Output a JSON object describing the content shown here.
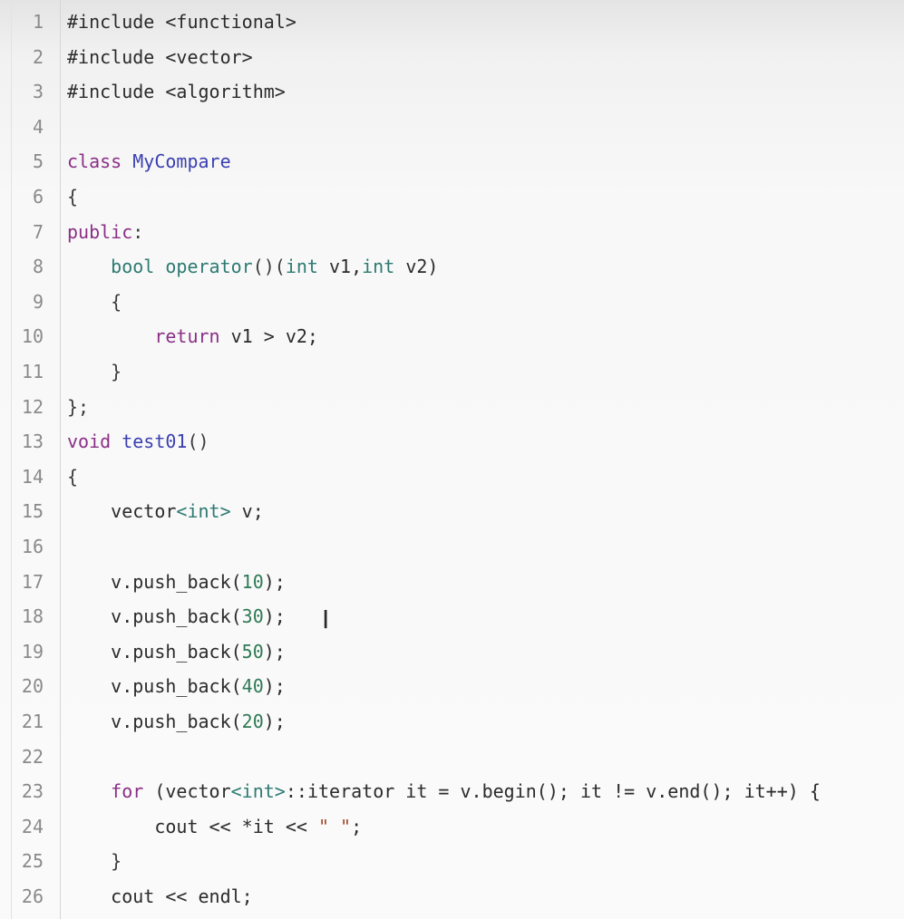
{
  "editor": {
    "lines": [
      {
        "n": "1",
        "tokens": [
          {
            "t": "#include <functional>",
            "c": "plain"
          }
        ]
      },
      {
        "n": "2",
        "tokens": [
          {
            "t": "#include <vector>",
            "c": "plain"
          }
        ]
      },
      {
        "n": "3",
        "tokens": [
          {
            "t": "#include <algorithm>",
            "c": "plain"
          }
        ]
      },
      {
        "n": "4",
        "tokens": []
      },
      {
        "n": "5",
        "tokens": [
          {
            "t": "class ",
            "c": "kw"
          },
          {
            "t": "MyCompare",
            "c": "fn"
          }
        ]
      },
      {
        "n": "6",
        "tokens": [
          {
            "t": "{",
            "c": "pun"
          }
        ]
      },
      {
        "n": "7",
        "tokens": [
          {
            "t": "public",
            "c": "kw"
          },
          {
            "t": ":",
            "c": "pun"
          }
        ]
      },
      {
        "n": "8",
        "tokens": [
          {
            "t": "    ",
            "c": "plain"
          },
          {
            "t": "bool ",
            "c": "type"
          },
          {
            "t": "operator",
            "c": "type"
          },
          {
            "t": "()(",
            "c": "pun"
          },
          {
            "t": "int ",
            "c": "type"
          },
          {
            "t": "v1,",
            "c": "plain"
          },
          {
            "t": "int ",
            "c": "type"
          },
          {
            "t": "v2)",
            "c": "plain"
          }
        ]
      },
      {
        "n": "9",
        "tokens": [
          {
            "t": "    {",
            "c": "pun"
          }
        ]
      },
      {
        "n": "10",
        "tokens": [
          {
            "t": "        ",
            "c": "plain"
          },
          {
            "t": "return ",
            "c": "kw"
          },
          {
            "t": "v1 > v2;",
            "c": "plain"
          }
        ]
      },
      {
        "n": "11",
        "tokens": [
          {
            "t": "    }",
            "c": "pun"
          }
        ]
      },
      {
        "n": "12",
        "tokens": [
          {
            "t": "};",
            "c": "pun"
          }
        ]
      },
      {
        "n": "13",
        "tokens": [
          {
            "t": "void ",
            "c": "kw"
          },
          {
            "t": "test01",
            "c": "fn"
          },
          {
            "t": "()",
            "c": "pun"
          }
        ]
      },
      {
        "n": "14",
        "tokens": [
          {
            "t": "{",
            "c": "pun"
          }
        ]
      },
      {
        "n": "15",
        "tokens": [
          {
            "t": "    vector",
            "c": "plain"
          },
          {
            "t": "<int>",
            "c": "type"
          },
          {
            "t": " v;",
            "c": "plain"
          }
        ]
      },
      {
        "n": "16",
        "tokens": []
      },
      {
        "n": "17",
        "tokens": [
          {
            "t": "    v.push_back(",
            "c": "plain"
          },
          {
            "t": "10",
            "c": "num"
          },
          {
            "t": ");",
            "c": "plain"
          }
        ]
      },
      {
        "n": "18",
        "tokens": [
          {
            "t": "    v.push_back(",
            "c": "plain"
          },
          {
            "t": "30",
            "c": "num"
          },
          {
            "t": ");",
            "c": "plain"
          }
        ]
      },
      {
        "n": "19",
        "tokens": [
          {
            "t": "    v.push_back(",
            "c": "plain"
          },
          {
            "t": "50",
            "c": "num"
          },
          {
            "t": ");",
            "c": "plain"
          }
        ]
      },
      {
        "n": "20",
        "tokens": [
          {
            "t": "    v.push_back(",
            "c": "plain"
          },
          {
            "t": "40",
            "c": "num"
          },
          {
            "t": ");",
            "c": "plain"
          }
        ]
      },
      {
        "n": "21",
        "tokens": [
          {
            "t": "    v.push_back(",
            "c": "plain"
          },
          {
            "t": "20",
            "c": "num"
          },
          {
            "t": ");",
            "c": "plain"
          }
        ]
      },
      {
        "n": "22",
        "tokens": []
      },
      {
        "n": "23",
        "tokens": [
          {
            "t": "    ",
            "c": "plain"
          },
          {
            "t": "for ",
            "c": "kw"
          },
          {
            "t": "(vector",
            "c": "plain"
          },
          {
            "t": "<int>",
            "c": "type"
          },
          {
            "t": "::iterator it = v.begin(); it != v.end(); it++) {",
            "c": "plain"
          }
        ]
      },
      {
        "n": "24",
        "tokens": [
          {
            "t": "        cout << *it << ",
            "c": "plain"
          },
          {
            "t": "\" \"",
            "c": "str"
          },
          {
            "t": ";",
            "c": "plain"
          }
        ]
      },
      {
        "n": "25",
        "tokens": [
          {
            "t": "    }",
            "c": "pun"
          }
        ]
      },
      {
        "n": "26",
        "tokens": [
          {
            "t": "    cout << endl;",
            "c": "plain"
          }
        ]
      }
    ]
  },
  "cursor": {
    "glyph": "I"
  }
}
